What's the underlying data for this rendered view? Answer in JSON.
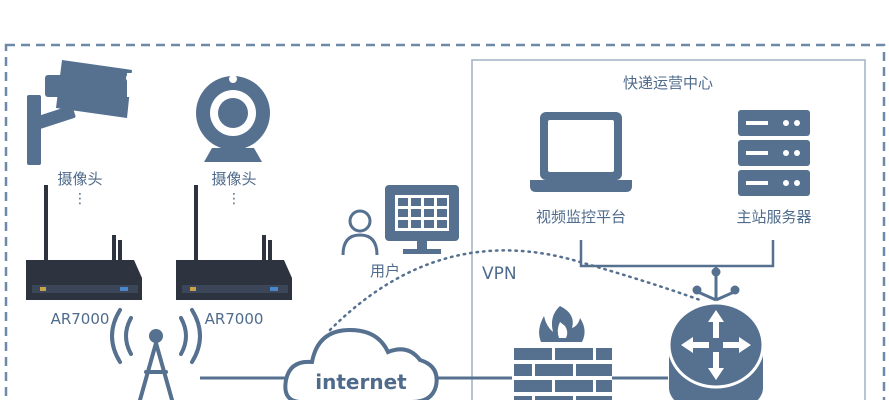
{
  "diagram": {
    "region_title": "快递运营中心",
    "camera_left_label": "摄像头",
    "camera_right_label": "摄像头",
    "router_left_label": "AR7000",
    "router_right_label": "AR7000",
    "user_label": "用户",
    "monitor_label": "视频监控平台",
    "server_label": "主站服务器",
    "vpn_label": "VPN",
    "cloud_label": "internet",
    "ellipsis": "⋮",
    "colors": {
      "primary": "#56708f",
      "border": "#6f89a8",
      "router_body": "#2d3440",
      "firewall": "#56708f",
      "flame": "#56708f"
    },
    "icons": [
      "cctv-camera-icon",
      "webcam-icon",
      "router-device-icon",
      "user-person-icon",
      "display-monitor-icon",
      "laptop-icon",
      "server-rack-icon",
      "cell-tower-icon",
      "cloud-icon",
      "firewall-icon",
      "core-router-icon"
    ]
  }
}
